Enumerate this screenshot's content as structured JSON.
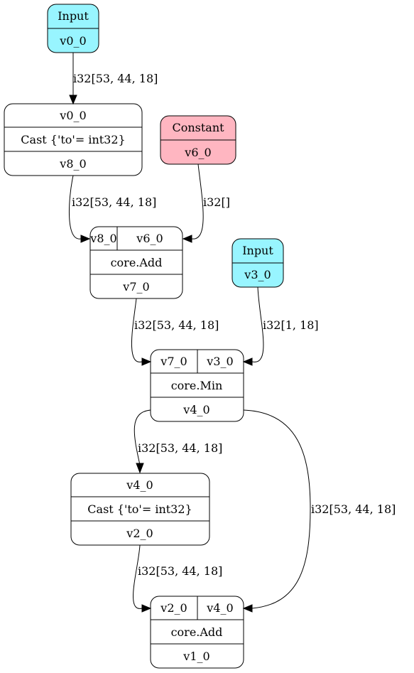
{
  "colors": {
    "input": "#98f5ff",
    "constant": "#ffb6c1",
    "op": "#ffffff"
  },
  "nodes": {
    "input_v0": {
      "title": "Input",
      "output": "v0_0"
    },
    "cast_1": {
      "input": "v0_0",
      "op": "Cast {'to'= int32}",
      "output": "v8_0"
    },
    "const_v6": {
      "title": "Constant",
      "output": "v6_0"
    },
    "add_1": {
      "inputs": [
        "v8_0",
        "v6_0"
      ],
      "op": "core.Add",
      "output": "v7_0"
    },
    "input_v3": {
      "title": "Input",
      "output": "v3_0"
    },
    "min_1": {
      "inputs": [
        "v7_0",
        "v3_0"
      ],
      "op": "core.Min",
      "output": "v4_0"
    },
    "cast_2": {
      "input": "v4_0",
      "op": "Cast {'to'= int32}",
      "output": "v2_0"
    },
    "add_2": {
      "inputs": [
        "v2_0",
        "v4_0"
      ],
      "op": "core.Add",
      "output": "v1_0"
    }
  },
  "edges": {
    "e1": "i32[53, 44, 18]",
    "e2": "i32[53, 44, 18]",
    "e3": "i32[]",
    "e4": "i32[53, 44, 18]",
    "e5": "i32[1, 18]",
    "e6": "i32[53, 44, 18]",
    "e7": "i32[53, 44, 18]",
    "e8": "i32[53, 44, 18]"
  }
}
